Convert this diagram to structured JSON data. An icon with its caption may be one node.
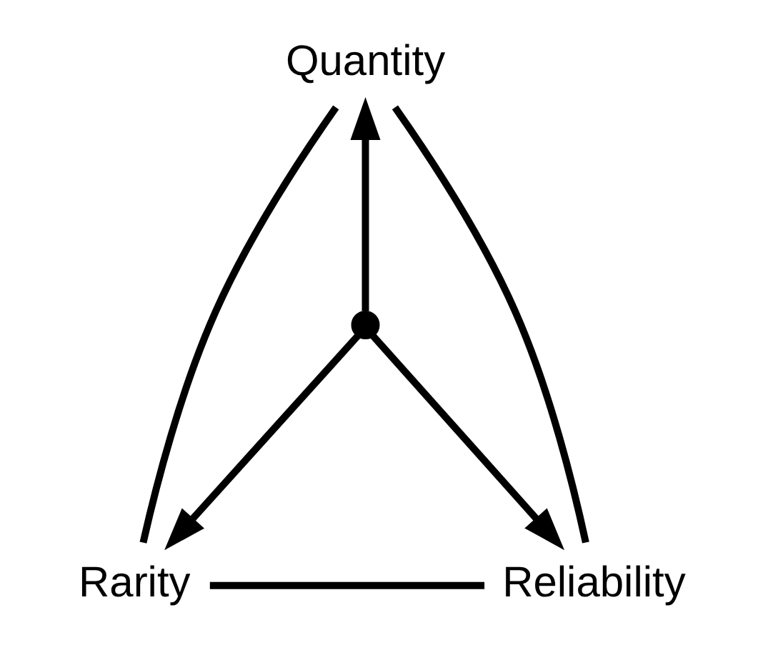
{
  "diagram": {
    "nodes": [
      {
        "text": [
          "Quantity"
        ]
      },
      {
        "text": [],
        "shape": "circle"
      },
      {
        "text": [
          "Rarity"
        ]
      },
      {
        "text": [
          "Reliability"
        ]
      }
    ],
    "edges": [
      {
        "from": 1,
        "to": 0,
        "arrow": "to"
      },
      {
        "from": 1,
        "to": 2,
        "arrow": "to"
      },
      {
        "from": 1,
        "to": 3,
        "arrow": "to"
      },
      {
        "from": 0,
        "to": 2,
        "arrow": "none"
      },
      {
        "from": 0,
        "to": 3,
        "arrow": "none"
      },
      {
        "from": 2,
        "to": 3,
        "arrow": "none"
      }
    ]
  }
}
